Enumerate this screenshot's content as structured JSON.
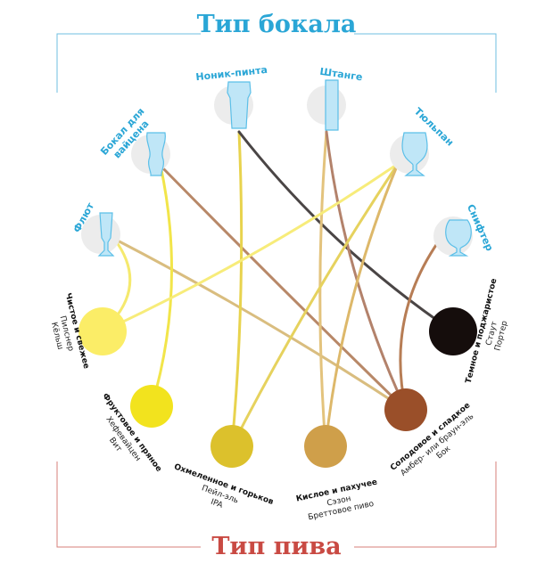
{
  "titles": {
    "glass": "Тип бокала",
    "beer": "Тип пива"
  },
  "colors": {
    "glass_title": "#2aa6d6",
    "beer_title": "#c94a43",
    "glass_fill": "#bfe6f7",
    "glass_stroke": "#5bbfe8",
    "glass_bg": "#ececec"
  },
  "glasses": [
    {
      "id": "flute",
      "label": "Флют",
      "icon": "flute-glass-icon"
    },
    {
      "id": "weizen",
      "label": "Бокал для вайцена",
      "icon": "weizen-glass-icon"
    },
    {
      "id": "nonic",
      "label": "Ноник-пинта",
      "icon": "nonic-pint-glass-icon"
    },
    {
      "id": "stange",
      "label": "Штанге",
      "icon": "stange-glass-icon"
    },
    {
      "id": "tulip",
      "label": "Тюльпан",
      "icon": "tulip-glass-icon"
    },
    {
      "id": "snifter",
      "label": "Снифтер",
      "icon": "snifter-glass-icon"
    }
  ],
  "beers": [
    {
      "id": "crisp",
      "name": "Чистое и свежее",
      "examples": [
        "Пилснер",
        "Кёльш"
      ],
      "color": "#fbed67"
    },
    {
      "id": "fruity",
      "name": "Фруктовое и пряное",
      "examples": [
        "Хефевайцен",
        "Вит"
      ],
      "color": "#f2e31e"
    },
    {
      "id": "hoppy",
      "name": "Охмеленное и горьков",
      "examples": [
        "Пейл-эль",
        "IPA"
      ],
      "color": "#dcc12c"
    },
    {
      "id": "sour",
      "name": "Кислое и пахучее",
      "examples": [
        "Сэзон",
        "Бреттовое пиво"
      ],
      "color": "#cf9f4a"
    },
    {
      "id": "malty",
      "name": "Солодовое и сладкое",
      "examples": [
        "Амбер- или браун-эль",
        "Бок"
      ],
      "color": "#9a4f29"
    },
    {
      "id": "dark",
      "name": "Темное и поджаристое",
      "examples": [
        "Стаут",
        "Портер"
      ],
      "color": "#150d0c"
    }
  ],
  "links": [
    {
      "glass": "flute",
      "beer": "crisp",
      "color": "#f5e96e"
    },
    {
      "glass": "flute",
      "beer": "malty",
      "color": "#d9bd7f"
    },
    {
      "glass": "weizen",
      "beer": "fruity",
      "color": "#f2e54a"
    },
    {
      "glass": "weizen",
      "beer": "malty",
      "color": "#b88868"
    },
    {
      "glass": "nonic",
      "beer": "hoppy",
      "color": "#e8d34e"
    },
    {
      "glass": "nonic",
      "beer": "dark",
      "color": "#4a4545"
    },
    {
      "glass": "stange",
      "beer": "sour",
      "color": "#e3c37d"
    },
    {
      "glass": "stange",
      "beer": "malty",
      "color": "#b3826b"
    },
    {
      "glass": "tulip",
      "beer": "crisp",
      "color": "#f7ec7a"
    },
    {
      "glass": "tulip",
      "beer": "hoppy",
      "color": "#e6d25e"
    },
    {
      "glass": "tulip",
      "beer": "sour",
      "color": "#ddb86a"
    },
    {
      "glass": "snifter",
      "beer": "malty",
      "color": "#b77d55"
    }
  ]
}
